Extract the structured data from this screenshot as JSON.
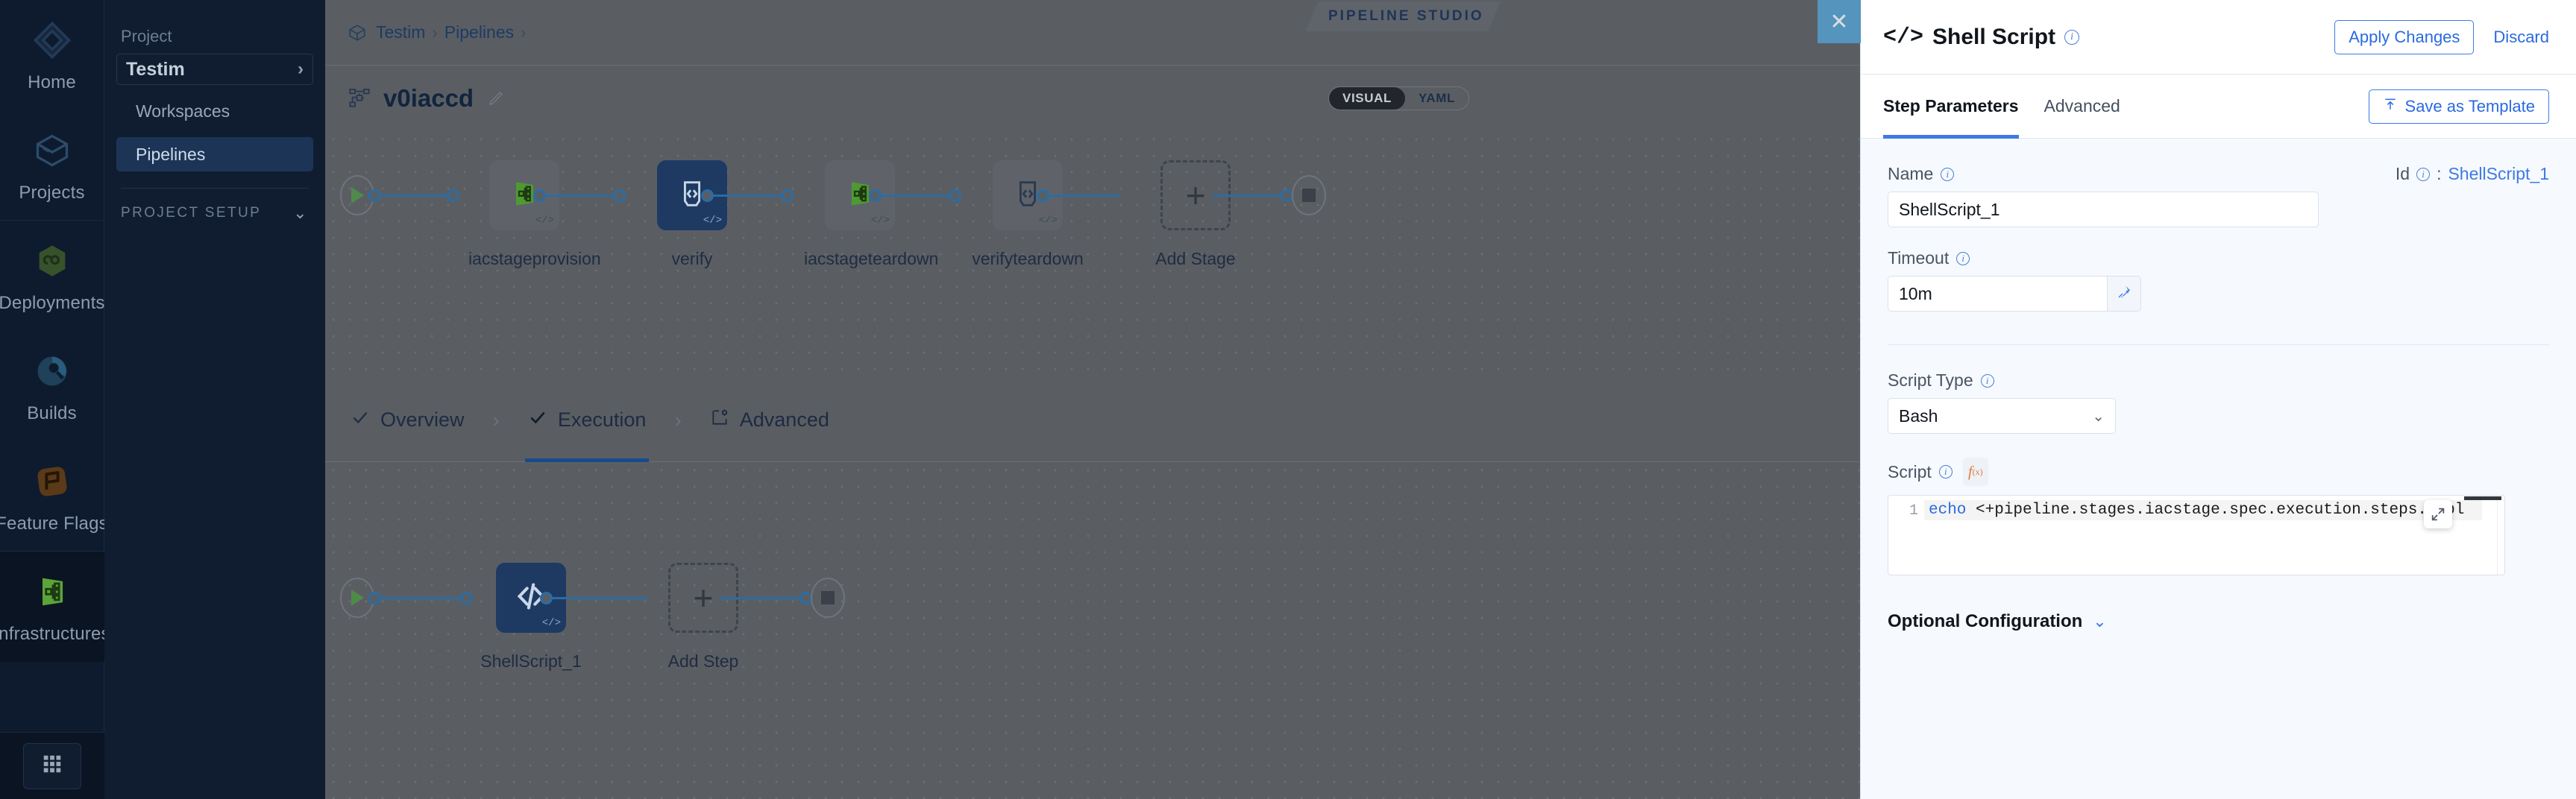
{
  "rail": {
    "items": [
      {
        "label": "Home",
        "icon": "home-diamond-icon"
      },
      {
        "label": "Projects",
        "icon": "box-icon"
      },
      {
        "label": "Deployments",
        "icon": "infinity-hex-icon"
      },
      {
        "label": "Builds",
        "icon": "build-pie-icon"
      },
      {
        "label": "Feature Flags",
        "icon": "flag-icon"
      },
      {
        "label": "Infrastructures",
        "icon": "infrastructure-icon"
      }
    ],
    "grid_icon": "apps-grid-icon"
  },
  "sidebar": {
    "project_label": "Project",
    "project_name": "Testim",
    "project_chevron": "chevron-right-icon",
    "items": [
      {
        "label": "Workspaces",
        "active": false
      },
      {
        "label": "Pipelines",
        "active": true
      }
    ],
    "setup_label": "PROJECT SETUP",
    "setup_chevron": "chevron-down-icon"
  },
  "header": {
    "breadcrumb": [
      "Testim",
      "Pipelines"
    ],
    "breadcrumb_sep": "›",
    "studio_badge": "PIPELINE STUDIO",
    "pipeline_title": "v0iaccd",
    "edit_icon": "pencil-icon",
    "pipeline_icon": "pipeline-nodes-icon",
    "modes": [
      {
        "label": "VISUAL",
        "selected": true
      },
      {
        "label": "YAML",
        "selected": false
      }
    ]
  },
  "stage_flow": {
    "nodes": [
      {
        "label": "iacstageprovision",
        "icon": "infrastructure-icon",
        "kind": "stage",
        "selected": false,
        "corner": "</>"
      },
      {
        "label": "verify",
        "icon": "shell-script-icon",
        "kind": "stage",
        "selected": true,
        "corner": "</>"
      },
      {
        "label": "iacstageteardown",
        "icon": "infrastructure-icon",
        "kind": "stage",
        "selected": false,
        "corner": "</>"
      },
      {
        "label": "verifyteardown",
        "icon": "shell-script-icon",
        "kind": "stage",
        "selected": false,
        "corner": "</>"
      },
      {
        "label": "Add Stage",
        "icon": "plus-icon",
        "kind": "add",
        "selected": false,
        "corner": ""
      }
    ],
    "start_icon": "play-icon",
    "end_icon": "stop-icon"
  },
  "stage_tabs": [
    {
      "label": "Overview",
      "icon": "check-icon",
      "active": false
    },
    {
      "label": "Execution",
      "icon": "check-icon",
      "active": true
    },
    {
      "label": "Advanced",
      "icon": "advanced-gear-icon",
      "active": false
    }
  ],
  "step_flow": {
    "nodes": [
      {
        "label": "ShellScript_1",
        "icon": "shell-script-icon",
        "kind": "step",
        "selected": true,
        "corner": "</>"
      },
      {
        "label": "Add Step",
        "icon": "plus-icon",
        "kind": "add",
        "selected": false,
        "corner": ""
      }
    ],
    "start_icon": "play-icon",
    "end_icon": "stop-icon"
  },
  "drawer": {
    "close_icon": "close-icon",
    "title": "Shell Script",
    "title_glyph": "</>",
    "title_info_icon": "info-icon",
    "apply_label": "Apply Changes",
    "discard_label": "Discard",
    "tabs": [
      {
        "label": "Step Parameters",
        "active": true
      },
      {
        "label": "Advanced",
        "active": false
      }
    ],
    "save_template_label": "Save as Template",
    "save_template_icon": "template-upload-icon",
    "fields": {
      "name_label": "Name",
      "name_value": "ShellScript_1",
      "id_label": "Id",
      "id_separator": ":",
      "id_value": "ShellScript_1",
      "timeout_label": "Timeout",
      "timeout_value": "10m",
      "timeout_pin_icon": "pin-icon",
      "script_type_label": "Script Type",
      "script_type_value": "Bash",
      "script_type_chevron": "chevron-down-icon",
      "script_label": "Script",
      "script_fx_icon": "fx-icon",
      "script_fx_text": "f",
      "script_fx_sub": "(x)",
      "line_number": "1",
      "script_keyword": "echo",
      "script_rest": " <+pipeline.stages.iacstage.spec.execution.steps.appl",
      "expand_icon": "expand-icon"
    },
    "optional_label": "Optional Configuration",
    "optional_chevron": "chevron-down-icon"
  },
  "colors": {
    "accent_blue": "#3d7ae5",
    "node_selected": "#1e3a63",
    "edge": "#2b6ca3",
    "sidebar_bg": "#101d31",
    "canvas_overlay": "#5a5e63"
  }
}
